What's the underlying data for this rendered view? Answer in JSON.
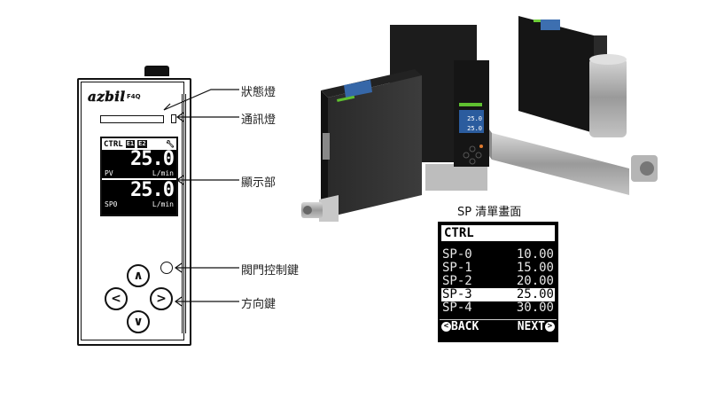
{
  "device_diagram": {
    "logo": "azbil",
    "model_mark": "F4Q",
    "screen": {
      "mode": "CTRL",
      "event_1": "E1",
      "event_2": "E2",
      "setup_icon": "wrench-icon",
      "pv_value": "25.0",
      "pv_label": "PV",
      "pv_unit": "L/min",
      "sp_value": "25.0",
      "sp_label": "SP0",
      "sp_unit": "L/min"
    },
    "keys": {
      "up": "∧",
      "left": "<",
      "right": ">",
      "down": "∨"
    }
  },
  "callouts": [
    {
      "label": "狀態燈"
    },
    {
      "label": "通訊燈"
    },
    {
      "label": "顯示部"
    },
    {
      "label": "閥門控制鍵"
    },
    {
      "label": "方向鍵"
    }
  ],
  "sp_list": {
    "title": "SP 清單畫面",
    "header": "CTRL",
    "rows": [
      {
        "name": "SP-0",
        "value": "10.00",
        "selected": false
      },
      {
        "name": "SP-1",
        "value": "15.00",
        "selected": false
      },
      {
        "name": "SP-2",
        "value": "20.00",
        "selected": false
      },
      {
        "name": "SP-3",
        "value": "25.00",
        "selected": true
      },
      {
        "name": "SP-4",
        "value": "30.00",
        "selected": false
      }
    ],
    "back_label": "BACK",
    "next_label": "NEXT"
  },
  "photo": {
    "description": "Three azbil mass flow controller units (black bodies with color LCD, stainless steel fittings)"
  }
}
